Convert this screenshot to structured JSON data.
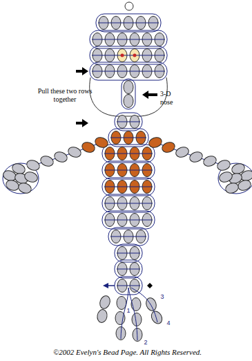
{
  "diagram": {
    "labels": [
      "Pull these two rows together",
      "3-D nose",
      "3",
      "1",
      "4",
      "2",
      "©2002 Evelyn's Bead Page. All Rights Reserved."
    ]
  }
}
